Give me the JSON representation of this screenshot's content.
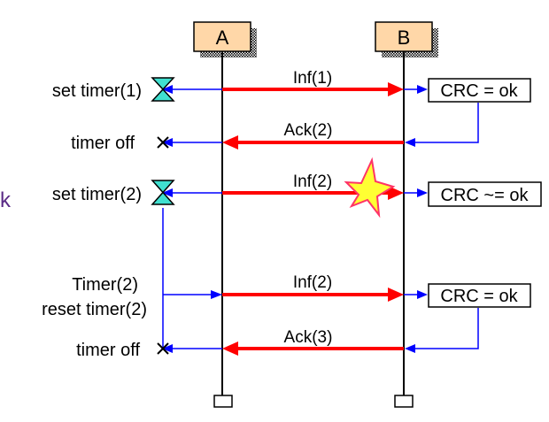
{
  "entities": [
    {
      "label": "A"
    },
    {
      "label": "B"
    }
  ],
  "fragment": "k",
  "left_labels": {
    "set_timer_1": "set timer(1)",
    "timer_off_1": "timer off",
    "set_timer_2": "set timer(2)",
    "timer_2": "Timer(2)",
    "reset_timer_2": "reset timer(2)",
    "timer_off_2": "timer off"
  },
  "messages": {
    "inf_1": "Inf(1)",
    "ack_2": "Ack(2)",
    "inf_2_lost": "Inf(2)",
    "inf_2_retry": "Inf(2)",
    "ack_3": "Ack(3)"
  },
  "checks": {
    "crc_1": "CRC = ok",
    "crc_2": "CRC ~= ok",
    "crc_3": "CRC = ok"
  },
  "colors": {
    "message_arrow": "#ff0000",
    "timer_signal": "#0000ff",
    "timer_fill": "#40e0d0",
    "entity_box": "#ffd7a8",
    "error_star": "#ffff33",
    "error_star_outline": "#ff3366"
  }
}
